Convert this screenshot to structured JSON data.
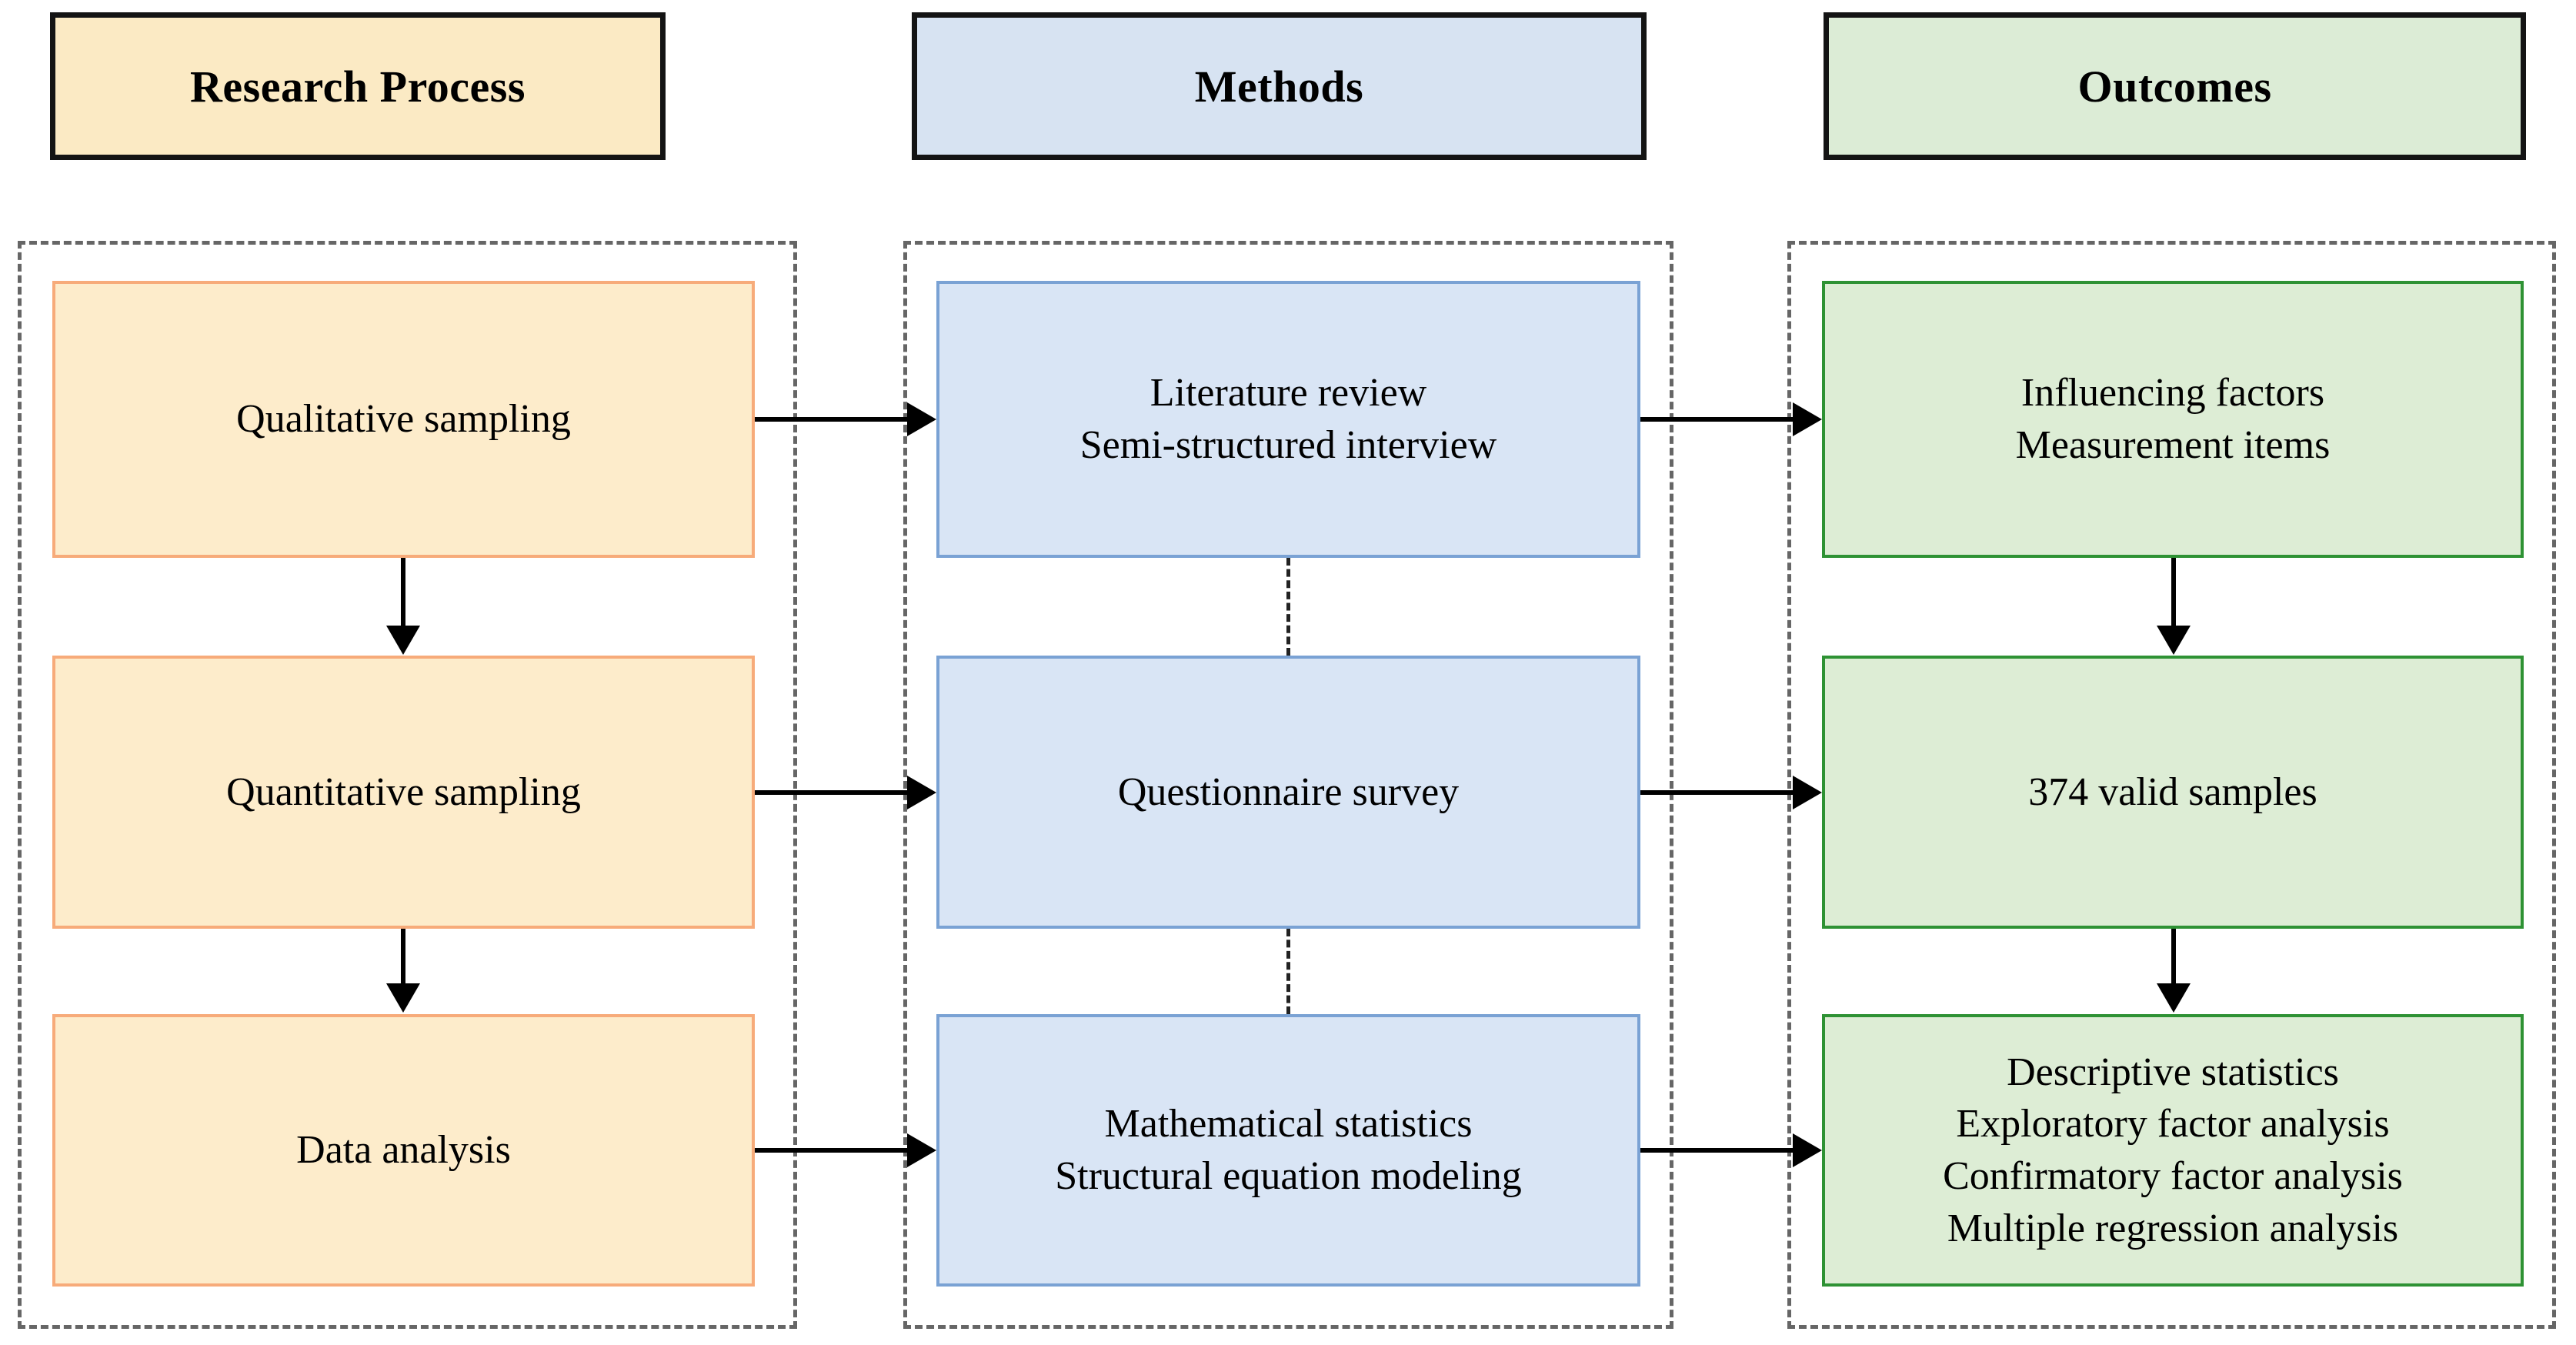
{
  "diagram": {
    "title_row": {
      "columns": [
        {
          "label": "Research Process",
          "fill": "#fbeac4",
          "border": "#141414"
        },
        {
          "label": "Methods",
          "fill": "#d7e3f2",
          "border": "#141414"
        },
        {
          "label": "Outcomes",
          "fill": "#dcecd6",
          "border": "#141414"
        }
      ]
    },
    "colors": {
      "process_fill": "#fdeccb",
      "process_border": "#f7ab7a",
      "methods_fill": "#d9e5f5",
      "methods_border": "#7aa2d4",
      "outcomes_fill": "#ddedd5",
      "outcomes_border": "#2e9234",
      "container_dash": "#666666",
      "connector": "#000000"
    },
    "columns": [
      {
        "name": "research-process",
        "nodes": [
          {
            "lines": [
              "Qualitative sampling"
            ]
          },
          {
            "lines": [
              "Quantitative sampling"
            ]
          },
          {
            "lines": [
              "Data analysis"
            ]
          }
        ]
      },
      {
        "name": "methods",
        "nodes": [
          {
            "lines": [
              "Literature review",
              "Semi-structured interview"
            ]
          },
          {
            "lines": [
              "Questionnaire survey"
            ]
          },
          {
            "lines": [
              "Mathematical statistics",
              "Structural equation modeling"
            ]
          }
        ]
      },
      {
        "name": "outcomes",
        "nodes": [
          {
            "lines": [
              "Influencing factors",
              "Measurement items"
            ]
          },
          {
            "lines": [
              "374 valid samples"
            ]
          },
          {
            "lines": [
              "Descriptive statistics",
              "Exploratory factor analysis",
              "Confirmatory factor analysis",
              "Multiple regression analysis"
            ]
          }
        ]
      }
    ]
  }
}
